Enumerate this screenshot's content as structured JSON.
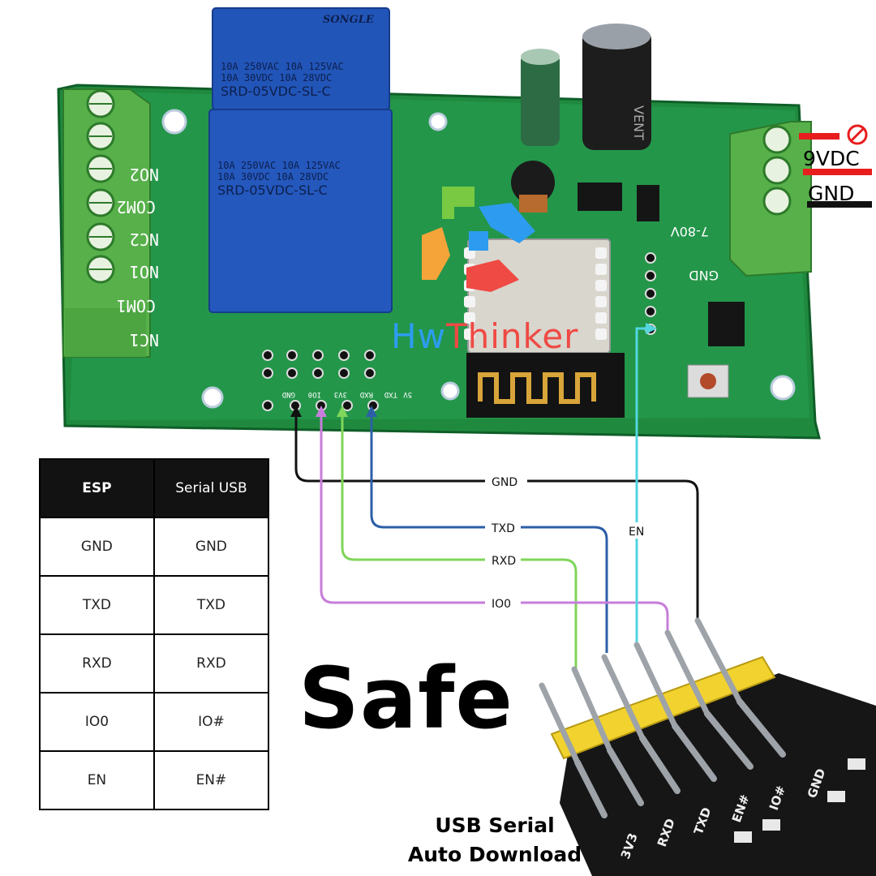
{
  "board": {
    "relay_top": {
      "brand": "SONGLE",
      "line1": "10A 250VAC 10A 125VAC",
      "line2": "10A 30VDC 10A 28VDC",
      "model": "SRD-05VDC-SL-C"
    },
    "relay_bottom": {
      "line1": "10A 250VAC 10A 125VAC",
      "line2": "10A 30VDC 10A 28VDC",
      "model": "SRD-05VDC-SL-C"
    },
    "terminal_labels": [
      "NO2",
      "COM2",
      "NC2",
      "NO1",
      "COM1",
      "NC1"
    ],
    "capacitor_text": "VENT",
    "pin_header_labels": [
      "GND",
      "IO0",
      "3V3",
      "RXD",
      "TXD",
      "5V"
    ],
    "side_labels": [
      "GND",
      "7-80V"
    ]
  },
  "power": {
    "vdc_label": "9VDC",
    "gnd_label": "GND"
  },
  "watermark": {
    "part1": "Hw",
    "part2": "Thinker"
  },
  "wires": {
    "gnd": {
      "label": "GND",
      "color": "#111111"
    },
    "txd": {
      "label": "TXD",
      "color": "#2c5fa8"
    },
    "rxd": {
      "label": "RXD",
      "color": "#7fd65a"
    },
    "io0": {
      "label": "IO0",
      "color": "#c77ddb"
    },
    "en": {
      "label": "EN",
      "color": "#52d6e0"
    }
  },
  "table": {
    "headers": [
      "ESP",
      "Serial USB"
    ],
    "rows": [
      [
        "GND",
        "GND"
      ],
      [
        "TXD",
        "TXD"
      ],
      [
        "RXD",
        "RXD"
      ],
      [
        "IO0",
        "IO#"
      ],
      [
        "EN",
        "EN#"
      ]
    ]
  },
  "headline": "Safe",
  "usb_caption": {
    "line1": "USB Serial",
    "line2": "Auto Download"
  },
  "adapter_labels": [
    "3V3",
    "RXD",
    "TXD",
    "EN#",
    "IO#",
    "GND"
  ]
}
